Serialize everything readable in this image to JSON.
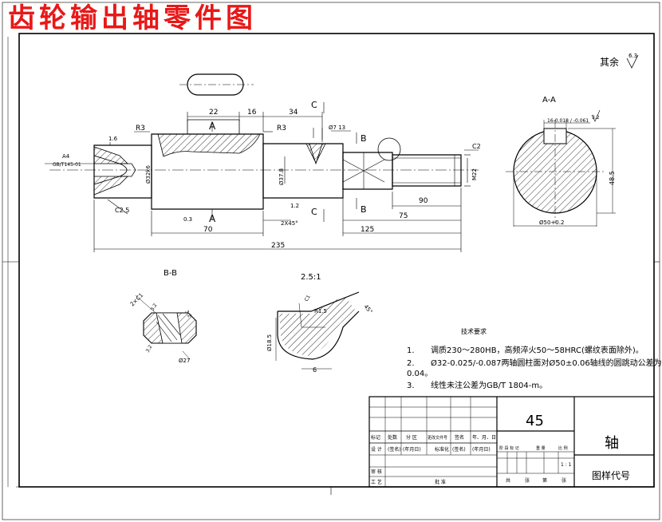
{
  "overlay_title": "齿轮输出轴零件图",
  "roughness_note": {
    "label": "其余",
    "value": "6.3"
  },
  "section_labels": {
    "aa": "A-A",
    "bb": "B-B",
    "detail": "2.5:1"
  },
  "main_view": {
    "cut_marks": {
      "a_top": "A",
      "a_bottom": "A",
      "b_top": "B",
      "b_bottom": "B",
      "c_top": "C",
      "c_bottom": "C"
    },
    "dims": {
      "keyway_len": "22",
      "keyway_offset": "16",
      "c_offset": "34",
      "r3_left": "R3",
      "r3_mid": "R3",
      "roughness_16": "1.6",
      "thread_hole": "Ø7 13",
      "dia_left": "Ø32k6",
      "dia_mid": "Ø37.8",
      "center_label": "A4",
      "center_std": "GB/T145-01",
      "c2_5": "C2.5",
      "r0_3": "0.3",
      "r1_2": "1.2",
      "chamfer": "2X45°",
      "c2": "C2",
      "thread": "M22",
      "len_90": "90",
      "len_75": "75",
      "len_70": "70",
      "len_125": "125",
      "total_235": "235"
    }
  },
  "aa_view": {
    "tol": "16-0.018 / -0.061",
    "roughness": "3.2",
    "height": "48.5",
    "dia": "Ø50+0.2"
  },
  "bb_view": {
    "dims": [
      "2×C1",
      "3.2",
      "3.2",
      "3.2",
      "Ø27"
    ]
  },
  "detail_view": {
    "dims": [
      "C1",
      "R1.5",
      "45°",
      "Ø18.5",
      "6"
    ]
  },
  "tech_req": {
    "title": "技术要求",
    "items": [
      {
        "num": "1.",
        "text": "调质230～280HB，高频淬火50～58HRC(螺纹表面除外)。"
      },
      {
        "num": "2.",
        "text": "Ø32-0.025/-0.087两轴圆柱面对Ø50±0.06轴线的圆跳动公差为"
      },
      {
        "num": "",
        "text": "0.04。"
      },
      {
        "num": "3.",
        "text": "线性未注公差为GB/T 1804-m。"
      }
    ]
  },
  "title_block": {
    "material": "45",
    "part_name": "轴",
    "drawing_no_label": "图样代号",
    "scale": "1 : 1",
    "header_cells": [
      "标记",
      "处数",
      "分 区",
      "更改文件号",
      "签名",
      "年、月、日"
    ],
    "row_cells": [
      "设 计",
      "(签名)",
      "(年月日)",
      "标准化",
      "(签名)",
      "(年月日)"
    ],
    "stage_labels": [
      "阶 段 标 记",
      "重 量",
      "比 例"
    ],
    "left_labels": [
      "审 核",
      "工 艺"
    ],
    "approve": "批 准",
    "sheet_labels": [
      "共",
      "张",
      "第",
      "张"
    ]
  }
}
